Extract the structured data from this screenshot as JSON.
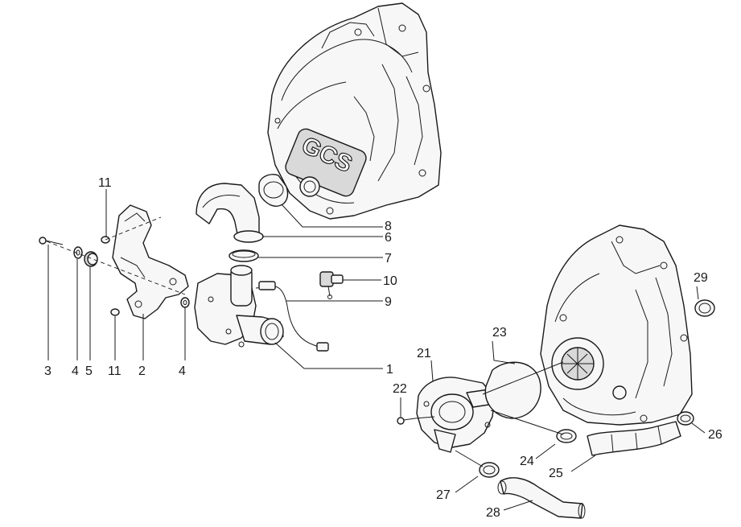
{
  "callouts": {
    "c1": "1",
    "c2": "2",
    "c3": "3",
    "c4a": "4",
    "c4b": "4",
    "c5": "5",
    "c6": "6",
    "c7": "7",
    "c8": "8",
    "c9": "9",
    "c10": "10",
    "c11a": "11",
    "c11b": "11",
    "c21": "21",
    "c22": "22",
    "c23": "23",
    "c24": "24",
    "c25": "25",
    "c26": "26",
    "c27": "27",
    "c28": "28",
    "c29": "29"
  },
  "logo_text": "GCS",
  "colors": {
    "line": "#1a1a1a",
    "background": "#ffffff"
  }
}
